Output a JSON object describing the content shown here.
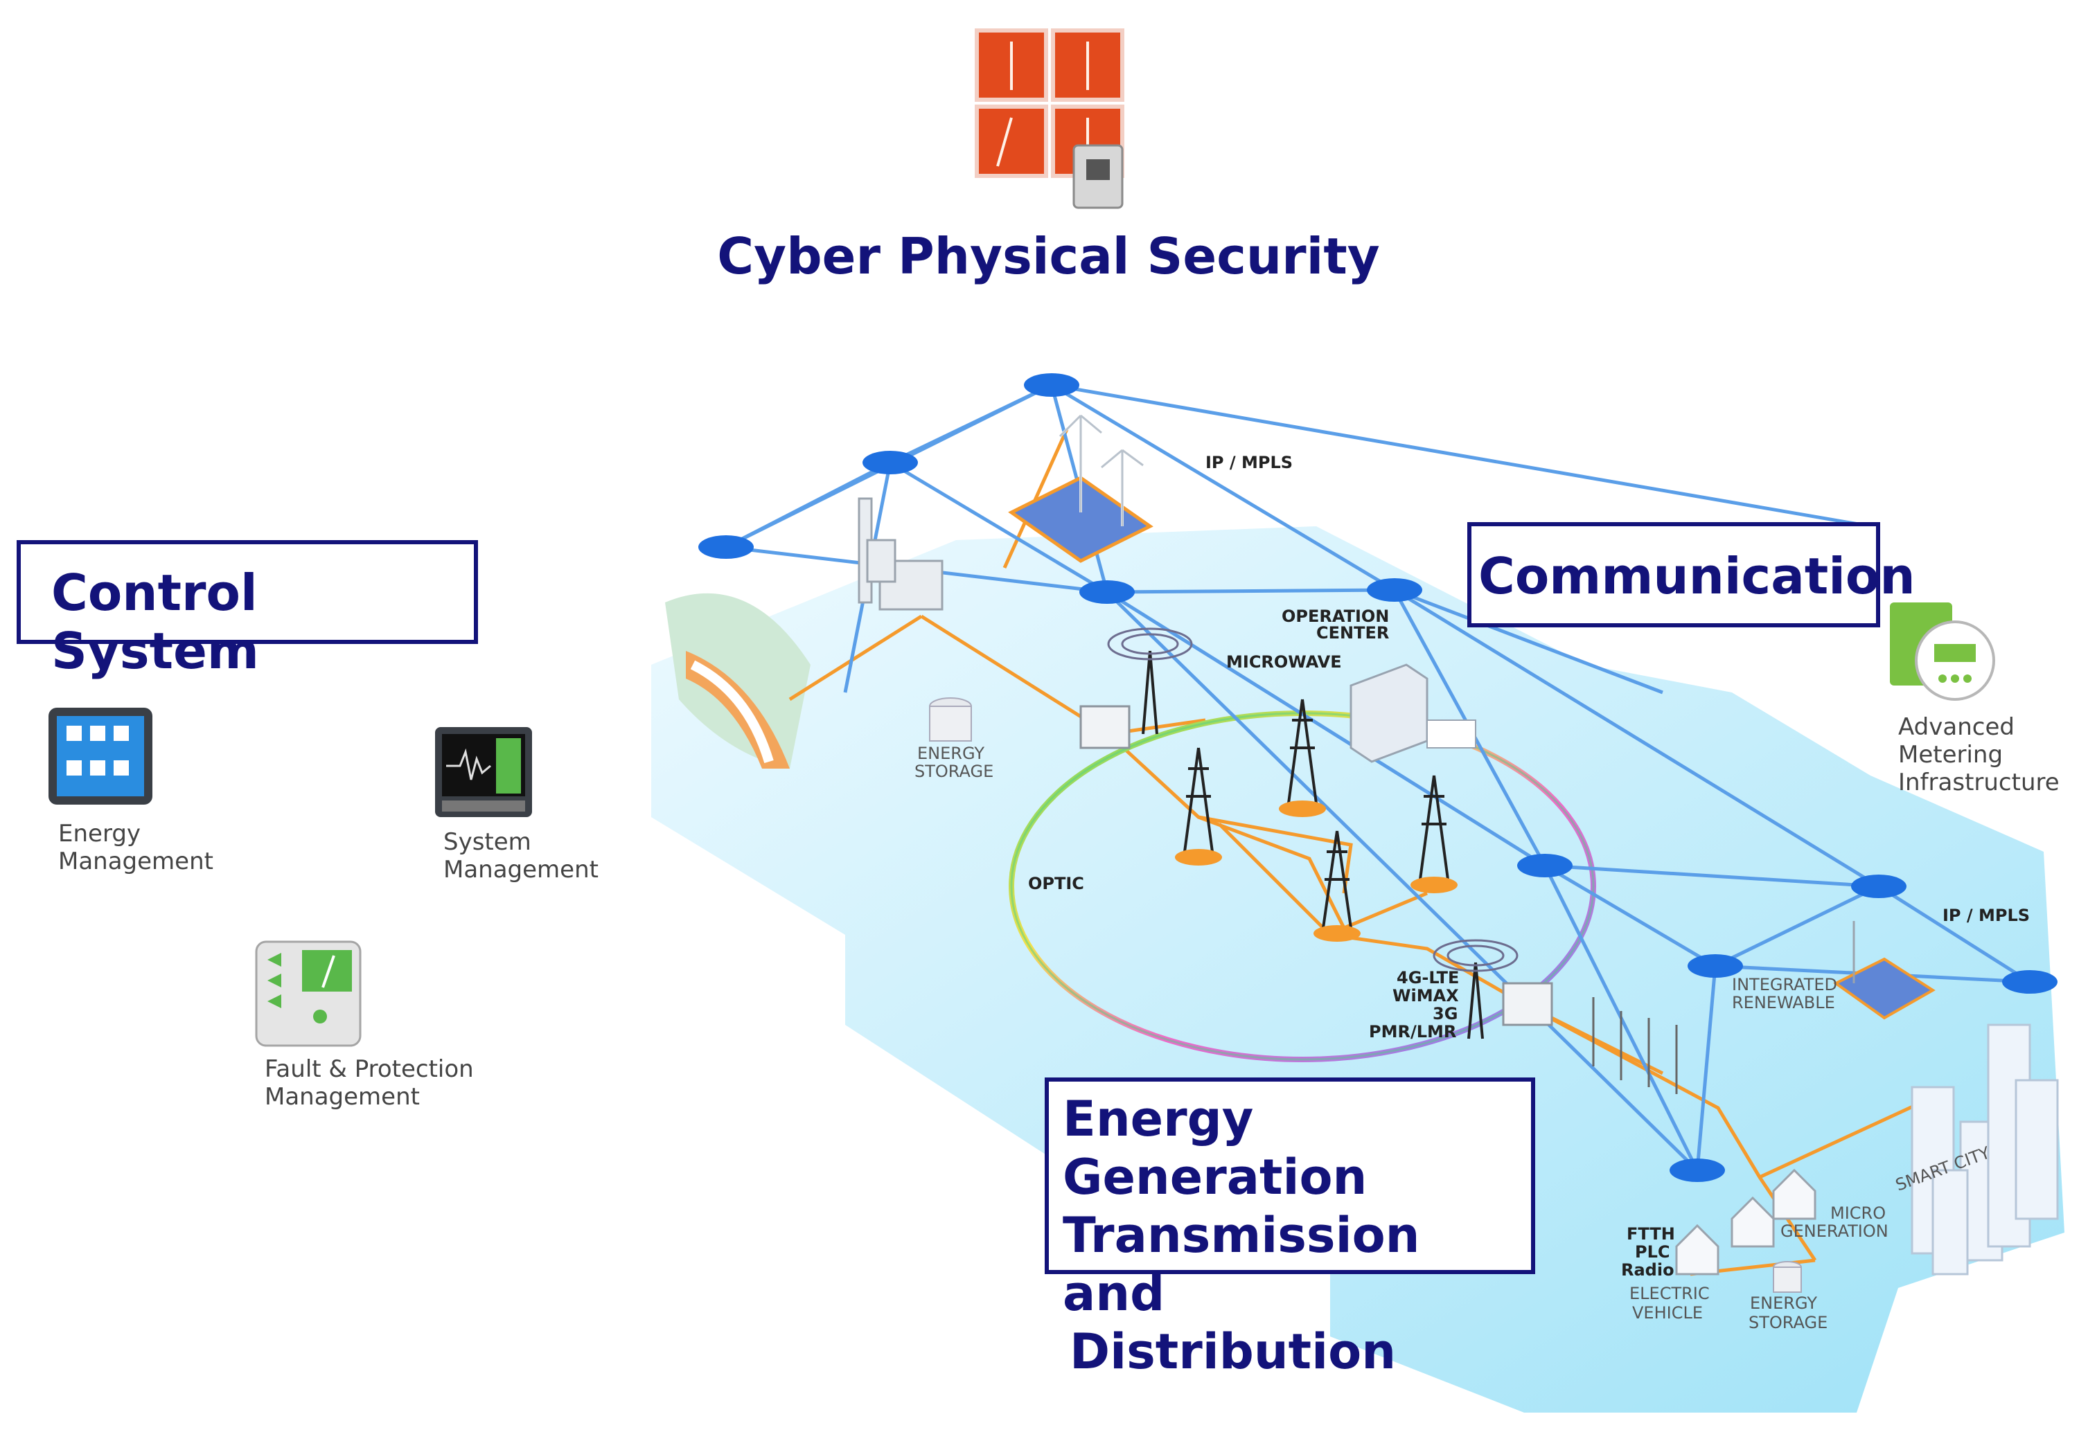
{
  "title": "Cyber Physical Security",
  "boxes": {
    "control": "Control System",
    "communication": "Communication",
    "energy_line1": "Energy Generation",
    "energy_line2": "Transmission and",
    "energy_line3": "Distribution"
  },
  "control_items": {
    "energy": [
      "Energy",
      "Management"
    ],
    "system": [
      "System",
      "Management"
    ],
    "fault": [
      "Fault & Protection",
      "Management"
    ]
  },
  "ami": [
    "Advanced",
    "Metering",
    "Infrastructure"
  ],
  "network_labels": {
    "ip_mpls_top": "IP / MPLS",
    "ip_mpls_right": "IP / MPLS",
    "operation_center": [
      "OPERATION",
      "CENTER"
    ],
    "microwave": "MICROWAVE",
    "energy_storage_left": [
      "ENERGY",
      "STORAGE"
    ],
    "optic": "OPTIC",
    "wireless": [
      "4G-LTE",
      "WiMAX",
      "3G",
      "PMR/LMR"
    ],
    "integrated_renewable": [
      "INTEGRATED",
      "RENEWABLE"
    ],
    "micro_generation": [
      "MICRO",
      "GENERATION"
    ],
    "ftth": [
      "FTTH",
      "PLC",
      "Radio"
    ],
    "electric_vehicle": [
      "ELECTRIC",
      "VEHICLE"
    ],
    "energy_storage_right": [
      "ENERGY",
      "STORAGE"
    ],
    "smart_city": "SMART CITY"
  },
  "colors": {
    "navy": "#13137a",
    "node": "#1e6fe0",
    "link": "#5a9ee8",
    "power": "#f59a2c",
    "bg": "#c6eefb"
  }
}
